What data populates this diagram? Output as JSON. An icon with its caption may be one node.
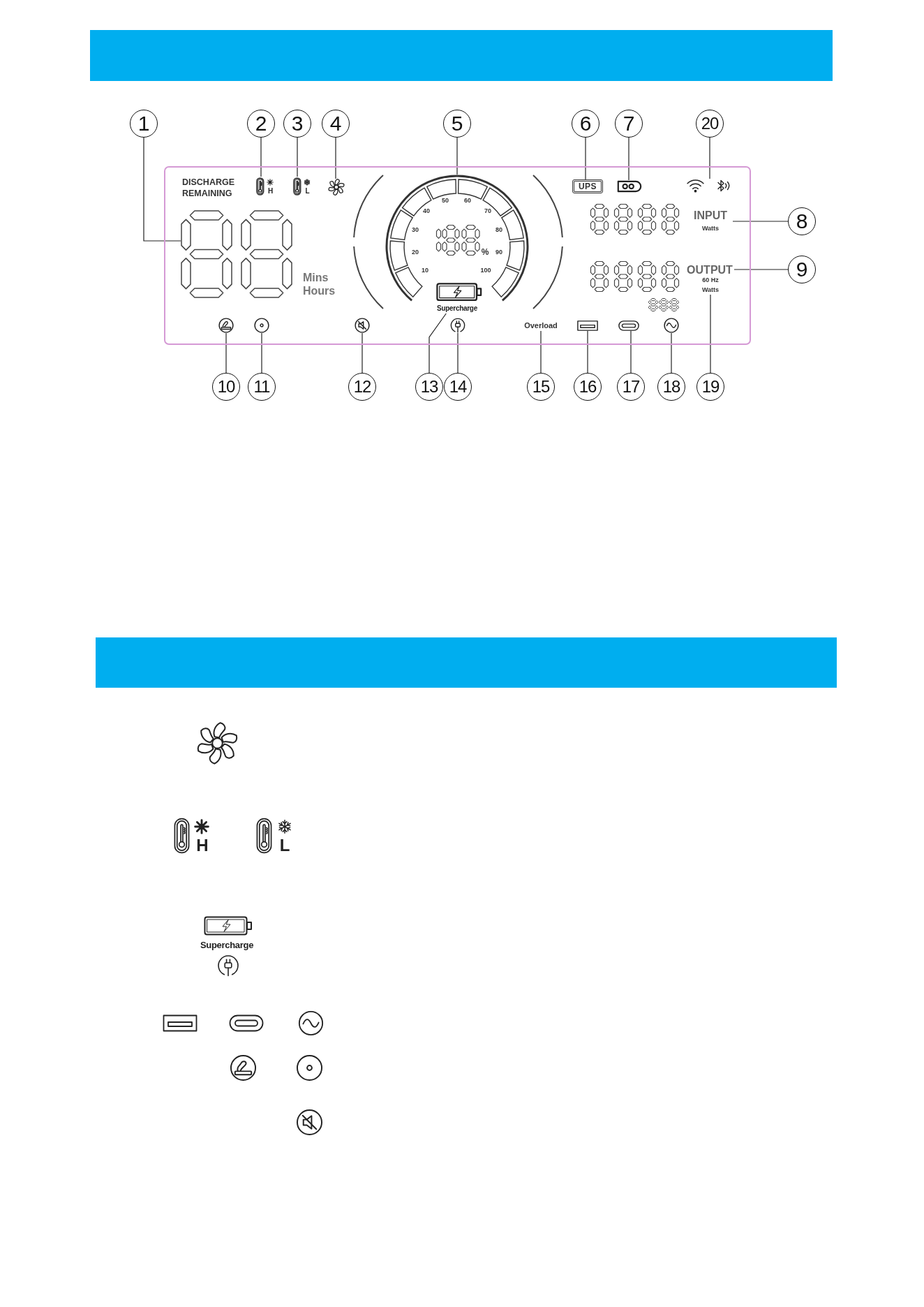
{
  "diagram": {
    "nodes": [
      {
        "text": [
          "1"
        ]
      },
      {
        "text": [
          "2"
        ]
      },
      {
        "text": [
          "3"
        ]
      },
      {
        "text": [
          "4"
        ]
      },
      {
        "text": [
          "5"
        ]
      },
      {
        "text": [
          "6"
        ]
      },
      {
        "text": [
          "7"
        ]
      },
      {
        "text": [
          "20"
        ]
      },
      {
        "text": [
          "DISCHARGE REMAINING",
          "Mins Hours"
        ]
      },
      {
        "text": [
          "H"
        ],
        "in": 8
      },
      {
        "text": [
          "L"
        ],
        "in": 8
      },
      {
        "text": [],
        "shape": "picture",
        "in": 8
      },
      {
        "text": [
          "UPS"
        ],
        "in": 8
      },
      {
        "text": [],
        "shape": "picture",
        "in": 8
      },
      {
        "text": [],
        "shape": "picture",
        "in": 8
      },
      {
        "text": [],
        "shape": "picture",
        "in": 8
      },
      {
        "text": [
          "50",
          "60",
          "40",
          "70",
          "30",
          "80",
          "20",
          "%",
          "90",
          "10",
          "100"
        ],
        "in": 8
      },
      {
        "text": [
          "INPUT",
          "Watts"
        ],
        "in": 8
      },
      {
        "text": [
          "OUTPUT"
        ],
        "in": 8
      },
      {
        "text": [
          "60 Hz",
          "Watts"
        ],
        "in": 8
      },
      {
        "text": [
          "Supercharge"
        ],
        "in": 16
      },
      {
        "text": [],
        "shape": "picture",
        "in": 8
      },
      {
        "text": [],
        "shape": "picture",
        "in": 8
      },
      {
        "text": [],
        "shape": "picture",
        "in": 8
      },
      {
        "text": [],
        "shape": "picture",
        "in": 8
      },
      {
        "text": [
          "Overload"
        ],
        "in": 8
      },
      {
        "text": [],
        "shape": "picture",
        "in": 8
      },
      {
        "text": [],
        "shape": "picture",
        "in": 8
      },
      {
        "text": [],
        "shape": "picture",
        "in": 8
      },
      {
        "text": [
          "8"
        ]
      },
      {
        "text": [
          "9"
        ]
      },
      {
        "text": [
          "10"
        ]
      },
      {
        "text": [
          "11"
        ]
      },
      {
        "text": [
          "12"
        ]
      },
      {
        "text": [
          "13"
        ]
      },
      {
        "text": [
          "14"
        ]
      },
      {
        "text": [
          "15"
        ]
      },
      {
        "text": [
          "16"
        ]
      },
      {
        "text": [
          "17"
        ]
      },
      {
        "text": [
          "18"
        ]
      },
      {
        "text": [
          "19"
        ]
      }
    ],
    "edges": [
      {
        "from": 0,
        "to": 15,
        "arrow": "none"
      },
      {
        "from": 1,
        "to": 9,
        "arrow": "none"
      },
      {
        "from": 2,
        "to": 10,
        "arrow": "none"
      },
      {
        "from": 3,
        "to": 11,
        "arrow": "none"
      },
      {
        "from": 4,
        "to": 16,
        "arrow": "none"
      },
      {
        "from": 5,
        "to": 12,
        "arrow": "none"
      },
      {
        "from": 6,
        "to": 13,
        "arrow": "none"
      },
      {
        "from": 7,
        "to": 14,
        "arrow": "none"
      },
      {
        "from": 29,
        "to": 17,
        "arrow": "none"
      },
      {
        "from": 30,
        "to": 18,
        "arrow": "none"
      },
      {
        "from": 31,
        "to": 21,
        "arrow": "none"
      },
      {
        "from": 32,
        "to": 22,
        "arrow": "none"
      },
      {
        "from": 33,
        "to": 23,
        "arrow": "none"
      },
      {
        "from": 34,
        "to": 20,
        "arrow": "none"
      },
      {
        "from": 35,
        "to": 24,
        "arrow": "none"
      },
      {
        "from": 36,
        "to": 25,
        "arrow": "none"
      },
      {
        "from": 37,
        "to": 26,
        "arrow": "none"
      },
      {
        "from": 38,
        "to": 27,
        "arrow": "none"
      },
      {
        "from": 39,
        "to": 28,
        "arrow": "none"
      },
      {
        "from": 40,
        "to": 19,
        "arrow": "none"
      }
    ],
    "labels": [
      "H",
      "L",
      "Supercharge"
    ]
  }
}
